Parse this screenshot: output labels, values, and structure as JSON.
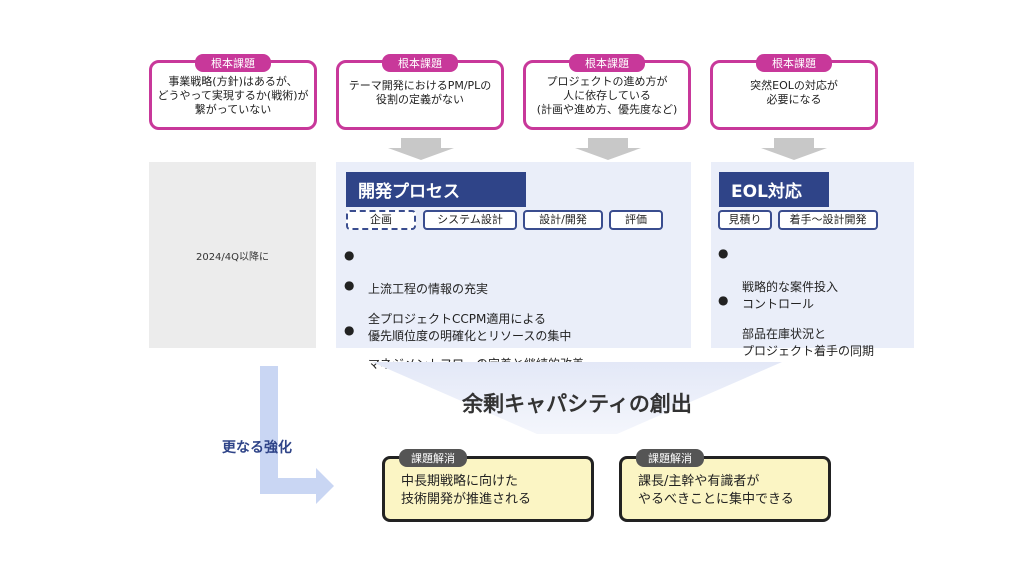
{
  "issues": [
    {
      "tag": "根本課題",
      "text": "事業戦略(方針)はあるが、\nどうやって実現するか(戦術)が\n繋がっていない"
    },
    {
      "tag": "根本課題",
      "text": "テーマ開発におけるPM/PLの\n役割の定義がない"
    },
    {
      "tag": "根本課題",
      "text": "プロジェクトの進め方が\n人に依存している\n(計画や進め方、優先度など)"
    },
    {
      "tag": "根本課題",
      "text": "突然EOLの対応が\n必要になる"
    }
  ],
  "gray_panel": {
    "label": "2024/4Q以降に"
  },
  "dev_process": {
    "title": "開発プロセス",
    "steps": [
      "企画",
      "システム設計",
      "設計/開発",
      "評価"
    ],
    "bullets": [
      "上流工程の情報の充実",
      "全プロジェクトCCPM適用による\n優先順位度の明確化とリソースの集中",
      "マネジメントフローの定着と継続的改善"
    ]
  },
  "eol": {
    "title": "EOL対応",
    "steps": [
      "見積り",
      "着手～設計開発"
    ],
    "bullets": [
      "戦略的な案件投入\nコントロール",
      "部品在庫状況と\nプロジェクト着手の同期"
    ]
  },
  "bullet_symbol": "●",
  "outcome": "余剰キャパシティの創出",
  "boost": "更なる強化",
  "resolutions": [
    {
      "tag": "課題解消",
      "text": "中長期戦略に向けた\n技術開発が推進される"
    },
    {
      "tag": "課題解消",
      "text": "課長/主幹や有識者が\nやるべきことに集中できる"
    }
  ],
  "colors": {
    "issue_border": "#c8389a",
    "header_bg": "#2f4488",
    "panel_bg": "#eaeef9",
    "resolve_bg": "#fbf5c4"
  }
}
